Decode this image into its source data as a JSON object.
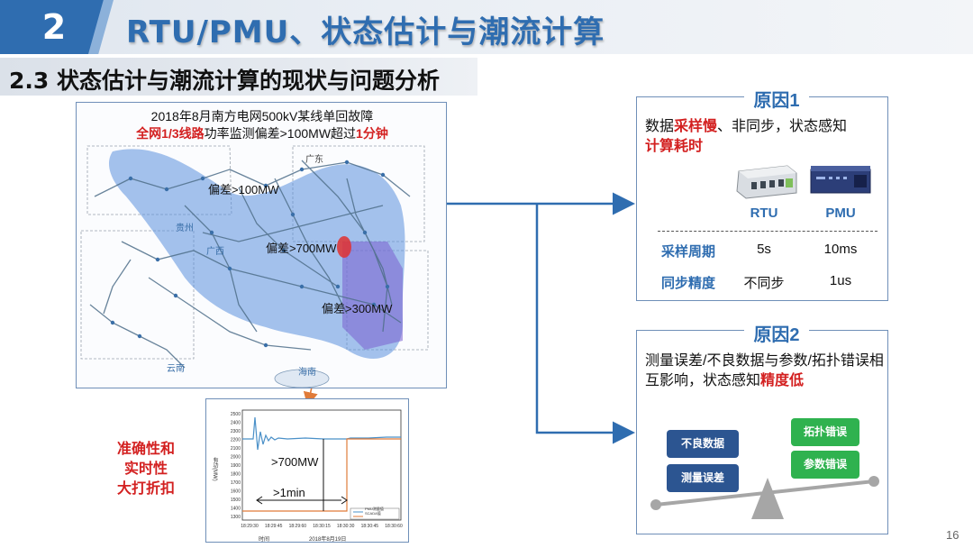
{
  "header": {
    "section_number": "2",
    "title": "RTU/PMU、状态估计与潮流计算",
    "subtitle": "2.3 状态估计与潮流计算的现状与问题分析"
  },
  "map": {
    "caption_line1": "2018年8月南方电网500kV某线单回故障",
    "caption_line2_red1": "全网1/3线路",
    "caption_line2_mid": "功率监测偏差>100MW超过",
    "caption_line2_red2": "1分钟",
    "labels": {
      "dev100": "偏差>100MW",
      "dev700": "偏差>700MW",
      "dev300": "偏差>300MW",
      "guangdong": "广东",
      "guizhou": "贵州",
      "guangxi": "广西",
      "yunnan": "云南",
      "hainan": "海南"
    }
  },
  "chart": {
    "yticks": [
      "2500",
      "2400",
      "2300",
      "2200",
      "2100",
      "2000",
      "1900",
      "1800",
      "1700",
      "1600",
      "1500",
      "1400",
      "1300"
    ],
    "xticks": [
      "18:29:30",
      "18:29:45",
      "18:29:60",
      "18:30:15",
      "18:30:30",
      "18:30:45",
      "18:30:60"
    ],
    "xlabel": "时间",
    "xdate": "2018年8月19日",
    "ylabel": "有功(MW)",
    "annot_power": ">700MW",
    "annot_time": ">1min",
    "legend": [
      "PMU测量值",
      "SCADA值"
    ]
  },
  "quality_text": [
    "准确性和",
    "实时性",
    "大打折扣"
  ],
  "cause1": {
    "title": "原因1",
    "desc_prefix": "数据",
    "desc_red1": "采样慢",
    "desc_mid": "、非同步，状态感知",
    "desc_red2": "计算耗时",
    "devices": [
      "RTU",
      "PMU"
    ],
    "rows": [
      {
        "label": "采样周期",
        "rtu": "5s",
        "pmu": "10ms"
      },
      {
        "label": "同步精度",
        "rtu": "不同步",
        "pmu": "1us"
      }
    ]
  },
  "cause2": {
    "title": "原因2",
    "desc_main": "测量误差/不良数据与参数/拓扑错误相互影响，状态感知",
    "desc_red": "精度低",
    "left_chips": [
      "不良数据",
      "测量误差"
    ],
    "right_chips": [
      "拓扑错误",
      "参数错误"
    ]
  },
  "page_number": "16",
  "colors": {
    "accent": "#2f6db0",
    "red": "#d32020",
    "green": "#2fb24f",
    "navy": "#2c5591"
  }
}
